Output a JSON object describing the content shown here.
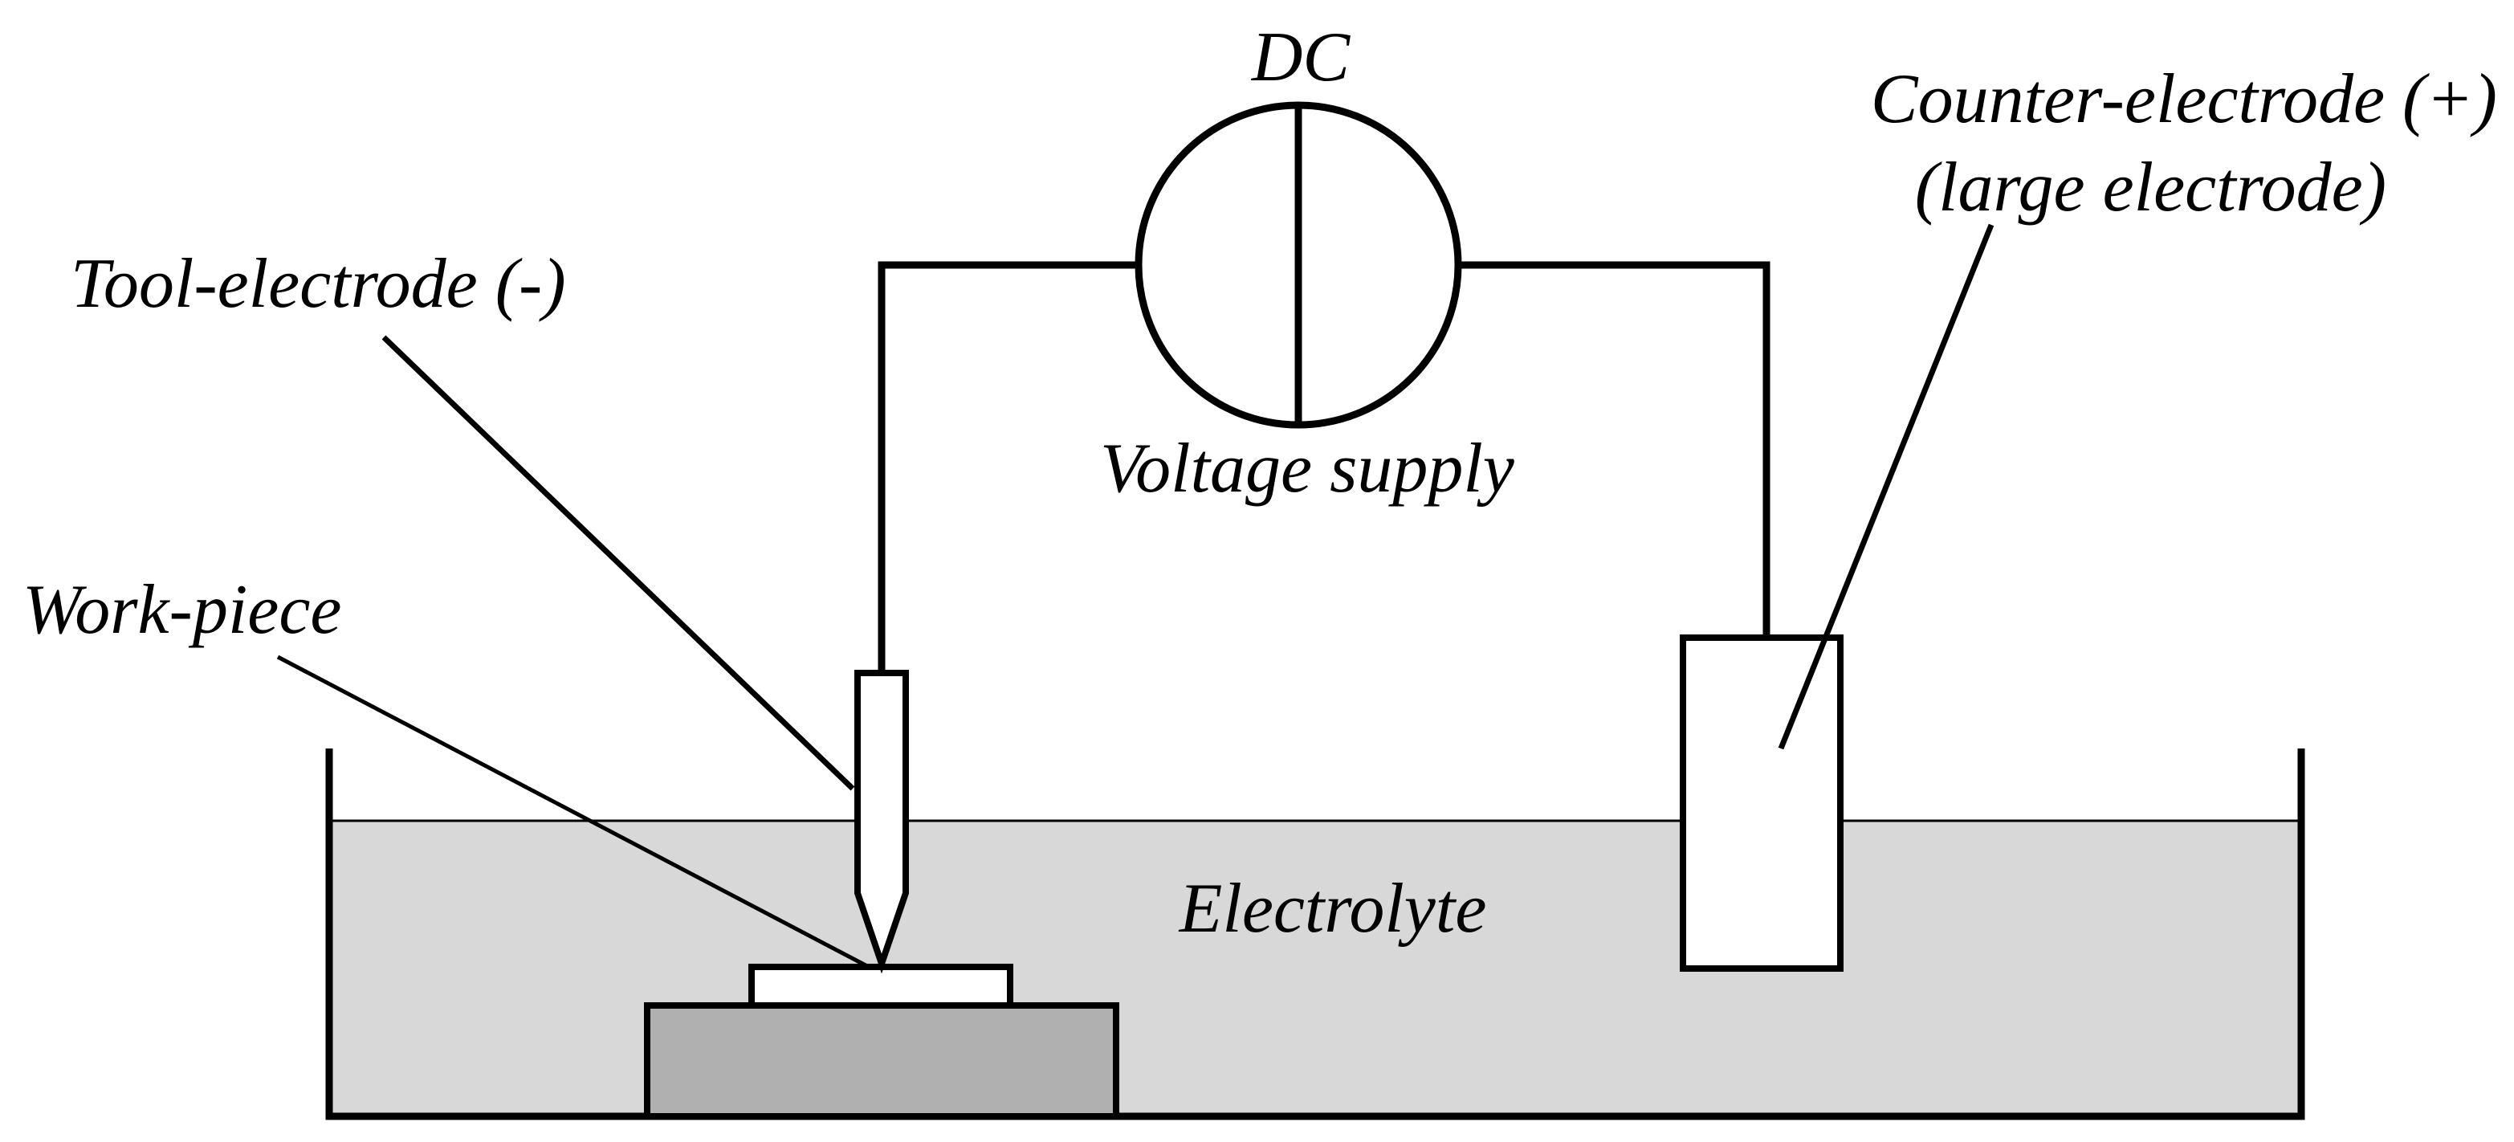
{
  "labels": {
    "dc": "DC",
    "counter_electrode": "Counter-electrode (+)",
    "counter_electrode_note": "(large electrode)",
    "tool_electrode": "Tool-electrode (-)",
    "voltage_supply": "Voltage supply",
    "work_piece": "Work-piece",
    "electrolyte": "Electrolyte"
  },
  "colors": {
    "line": "#000000",
    "electrolyte": "#d8d8d8",
    "work_piece": "#ffffff",
    "holder": "#b0b0b0",
    "background": "#ffffff"
  }
}
